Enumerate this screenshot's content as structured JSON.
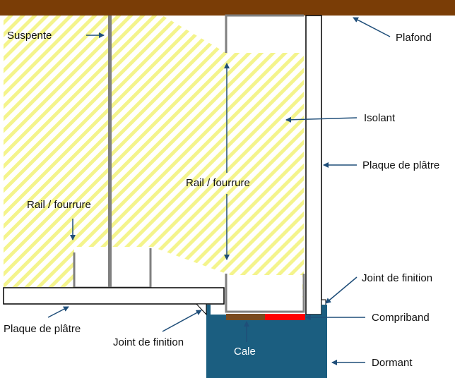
{
  "labels": {
    "suspente": "Suspente",
    "plafond": "Plafond",
    "isolant": "Isolant",
    "plaque_right": "Plaque de plâtre",
    "rail_center": "Rail / fourrure",
    "rail_left": "Rail / fourrure",
    "joint_right": "Joint de finition",
    "compriband": "Compriband",
    "plaque_bottom": "Plaque de plâtre",
    "joint_bottom": "Joint de finition",
    "cale": "Cale",
    "dormant": "Dormant"
  },
  "colors": {
    "plafond": "#7a3d06",
    "dormant": "#1b5e80",
    "compriband": "#ff0000",
    "cale": "#7a4a1e",
    "insulation_hatch": "#f4f48c",
    "arrow": "#1f4e79"
  }
}
